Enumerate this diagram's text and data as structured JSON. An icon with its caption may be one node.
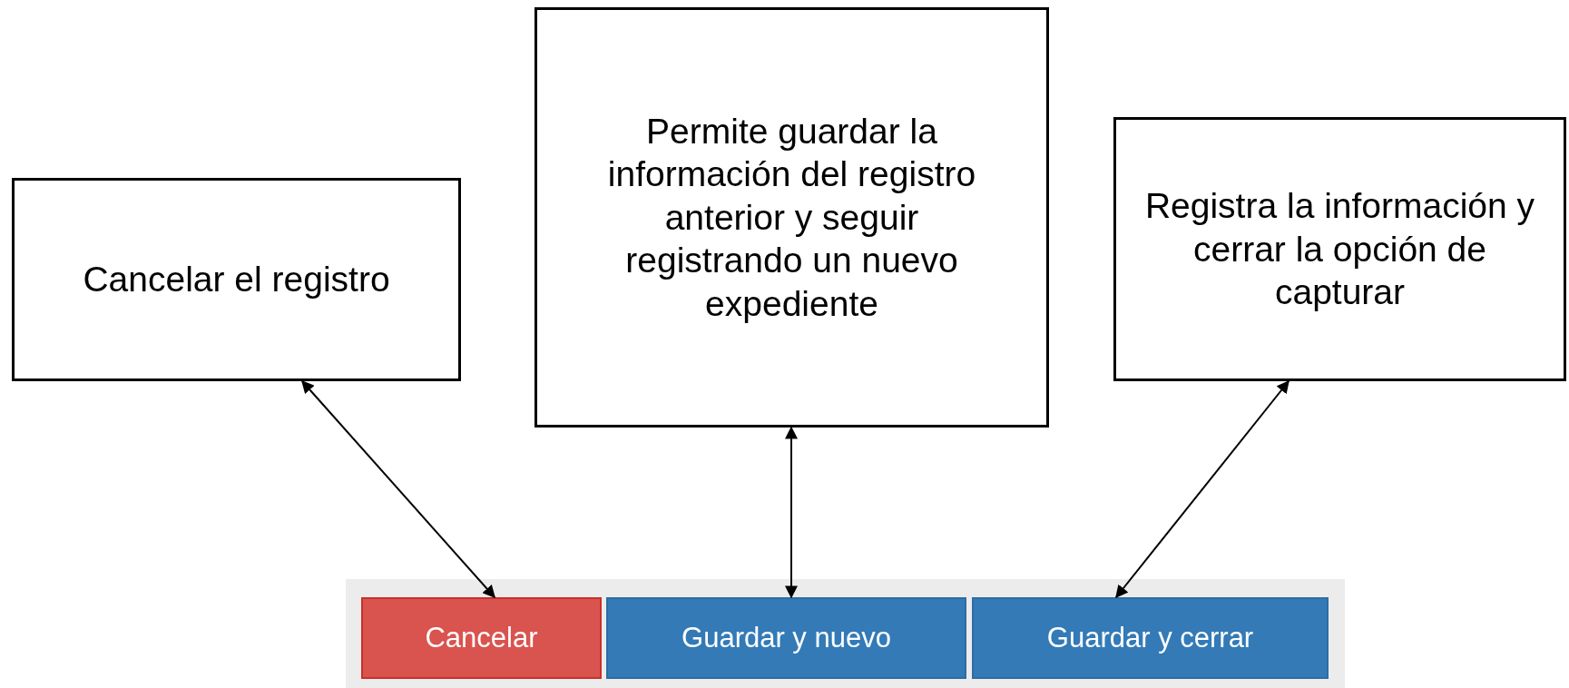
{
  "diagram": {
    "nodes": [
      {
        "text": [
          "Cancelar el registro"
        ]
      },
      {
        "text": [
          "Permite guardar la información del registro anterior y seguir registrando un nuevo expediente"
        ]
      },
      {
        "text": [
          "Registra la información y cerrar la opción de capturar"
        ]
      },
      {
        "text": [
          "Cancelar"
        ]
      },
      {
        "text": [
          "Guardar y nuevo"
        ]
      },
      {
        "text": [
          "Guardar y cerrar"
        ]
      }
    ],
    "edges": [
      {
        "from": 0,
        "to": 3,
        "arrow": "both"
      },
      {
        "from": 1,
        "to": 4,
        "arrow": "both"
      },
      {
        "from": 2,
        "to": 5,
        "arrow": "both"
      }
    ]
  }
}
